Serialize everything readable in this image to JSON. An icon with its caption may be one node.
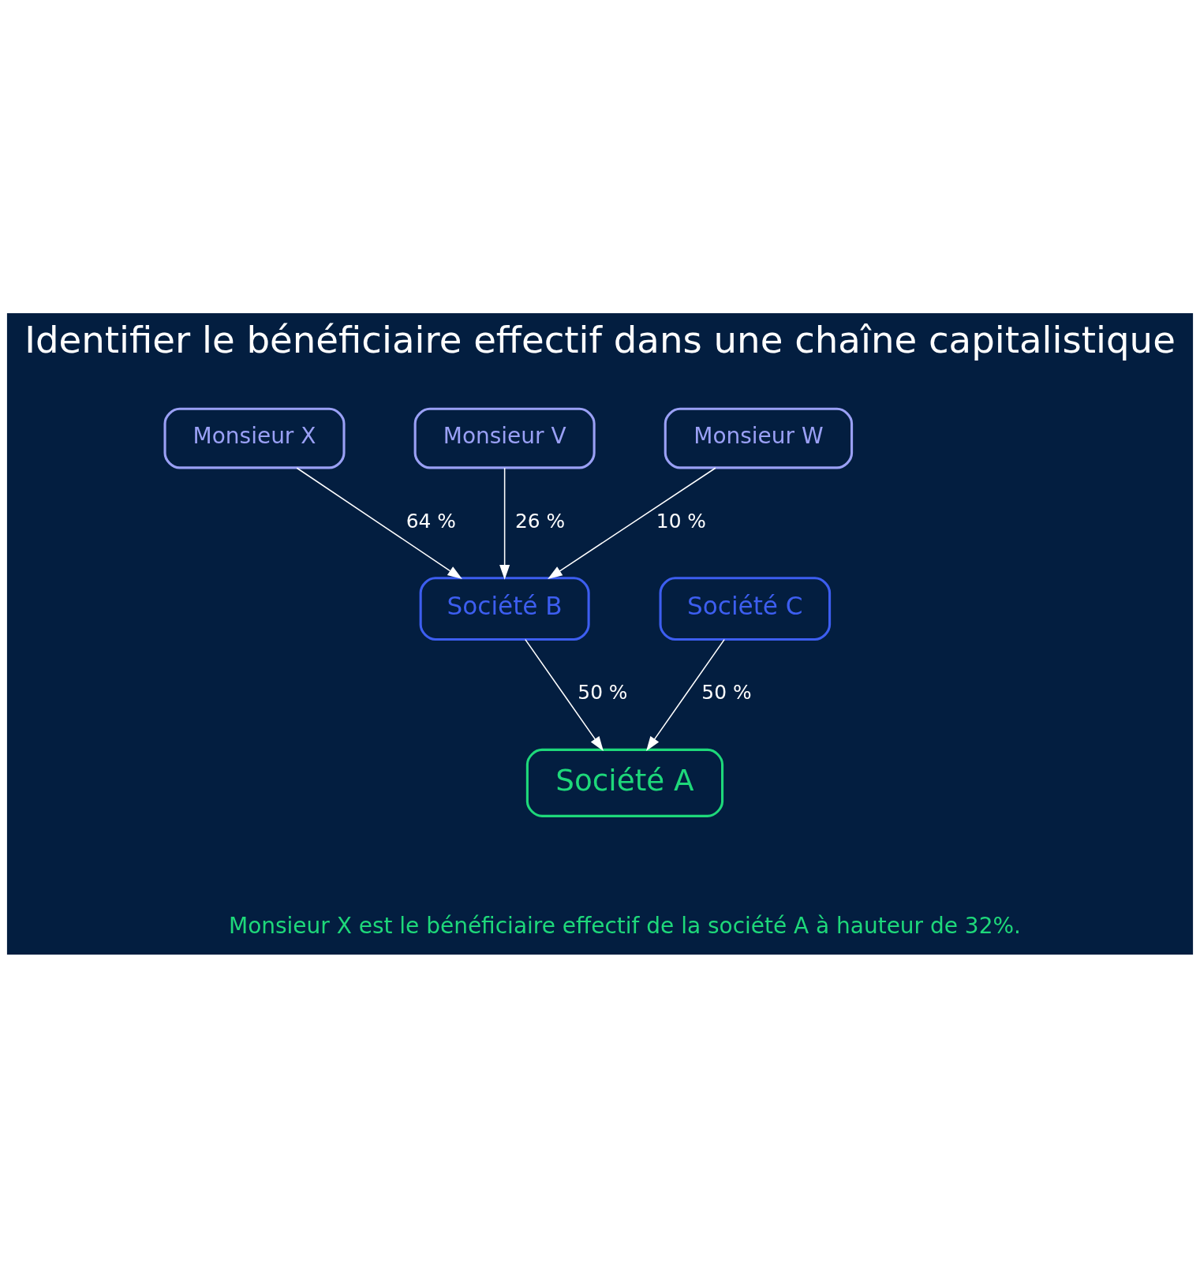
{
  "diagram": {
    "title": "Identifier le bénéficiaire effectif dans une chaîne capitalistique",
    "nodes": [
      {
        "text": [
          "Monsieur X"
        ]
      },
      {
        "text": [
          "Monsieur V"
        ]
      },
      {
        "text": [
          "Monsieur W"
        ]
      },
      {
        "text": [
          "Société B"
        ]
      },
      {
        "text": [
          "Société C"
        ]
      },
      {
        "text": [
          "Société A"
        ]
      }
    ],
    "edges": [
      {
        "from": 0,
        "to": 3,
        "arrow": "to",
        "label": "64 %"
      },
      {
        "from": 1,
        "to": 3,
        "arrow": "to",
        "label": "26 %"
      },
      {
        "from": 2,
        "to": 3,
        "arrow": "to",
        "label": "10 %"
      },
      {
        "from": 3,
        "to": 5,
        "arrow": "to",
        "label": "50 %"
      },
      {
        "from": 4,
        "to": 5,
        "arrow": "to",
        "label": "50 %"
      }
    ],
    "labels": [
      "Monsieur X est le bénéficiaire effectif de la société A à hauteur de 32%."
    ]
  }
}
